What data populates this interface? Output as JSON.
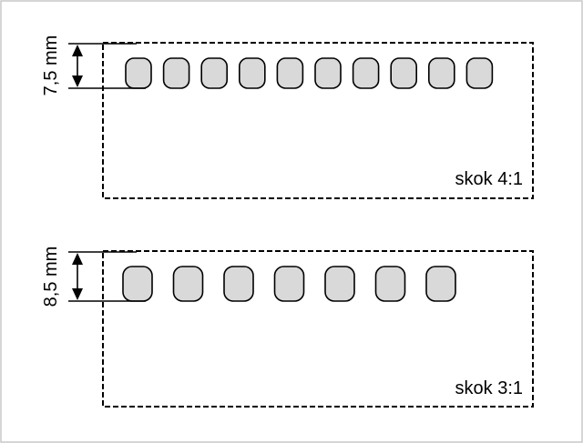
{
  "panels": [
    {
      "dimension": "7,5 mm",
      "label": "skok 4:1",
      "hole_count": 10
    },
    {
      "dimension": "8,5 mm",
      "label": "skok 3:1",
      "hole_count": 7
    }
  ],
  "colors": {
    "hole_fill": "#d9d9d9",
    "outline": "#000000",
    "frame": "#c8c8c8"
  }
}
